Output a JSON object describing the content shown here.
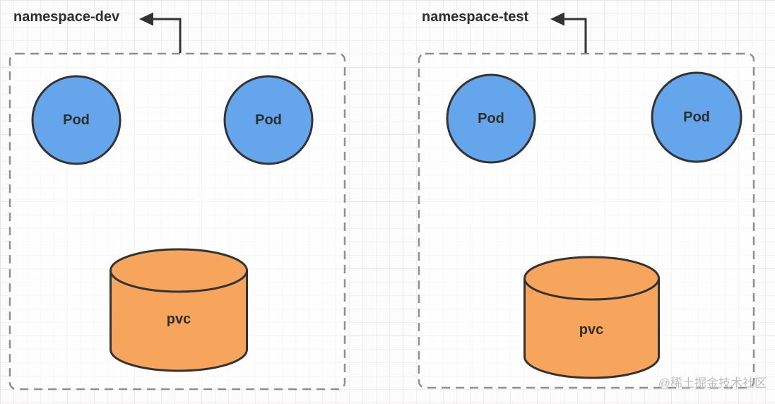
{
  "diagram": {
    "namespaces": [
      {
        "label": "namespace-dev",
        "pods": [
          "Pod",
          "Pod"
        ],
        "pvc_label": "pvc"
      },
      {
        "label": "namespace-test",
        "pods": [
          "Pod",
          "Pod"
        ],
        "pvc_label": "pvc"
      }
    ],
    "colors": {
      "pod_fill": "#64a5ec",
      "pvc_fill": "#f7a45c",
      "shape_stroke": "#333333",
      "box_border": "#8f8f8f",
      "arrow": "#333333",
      "label_text": "#2e2e2e",
      "watermark_text": "#bfbfbf",
      "background": "#fdfcfc"
    },
    "watermark": "@稀土掘金技术社区"
  }
}
